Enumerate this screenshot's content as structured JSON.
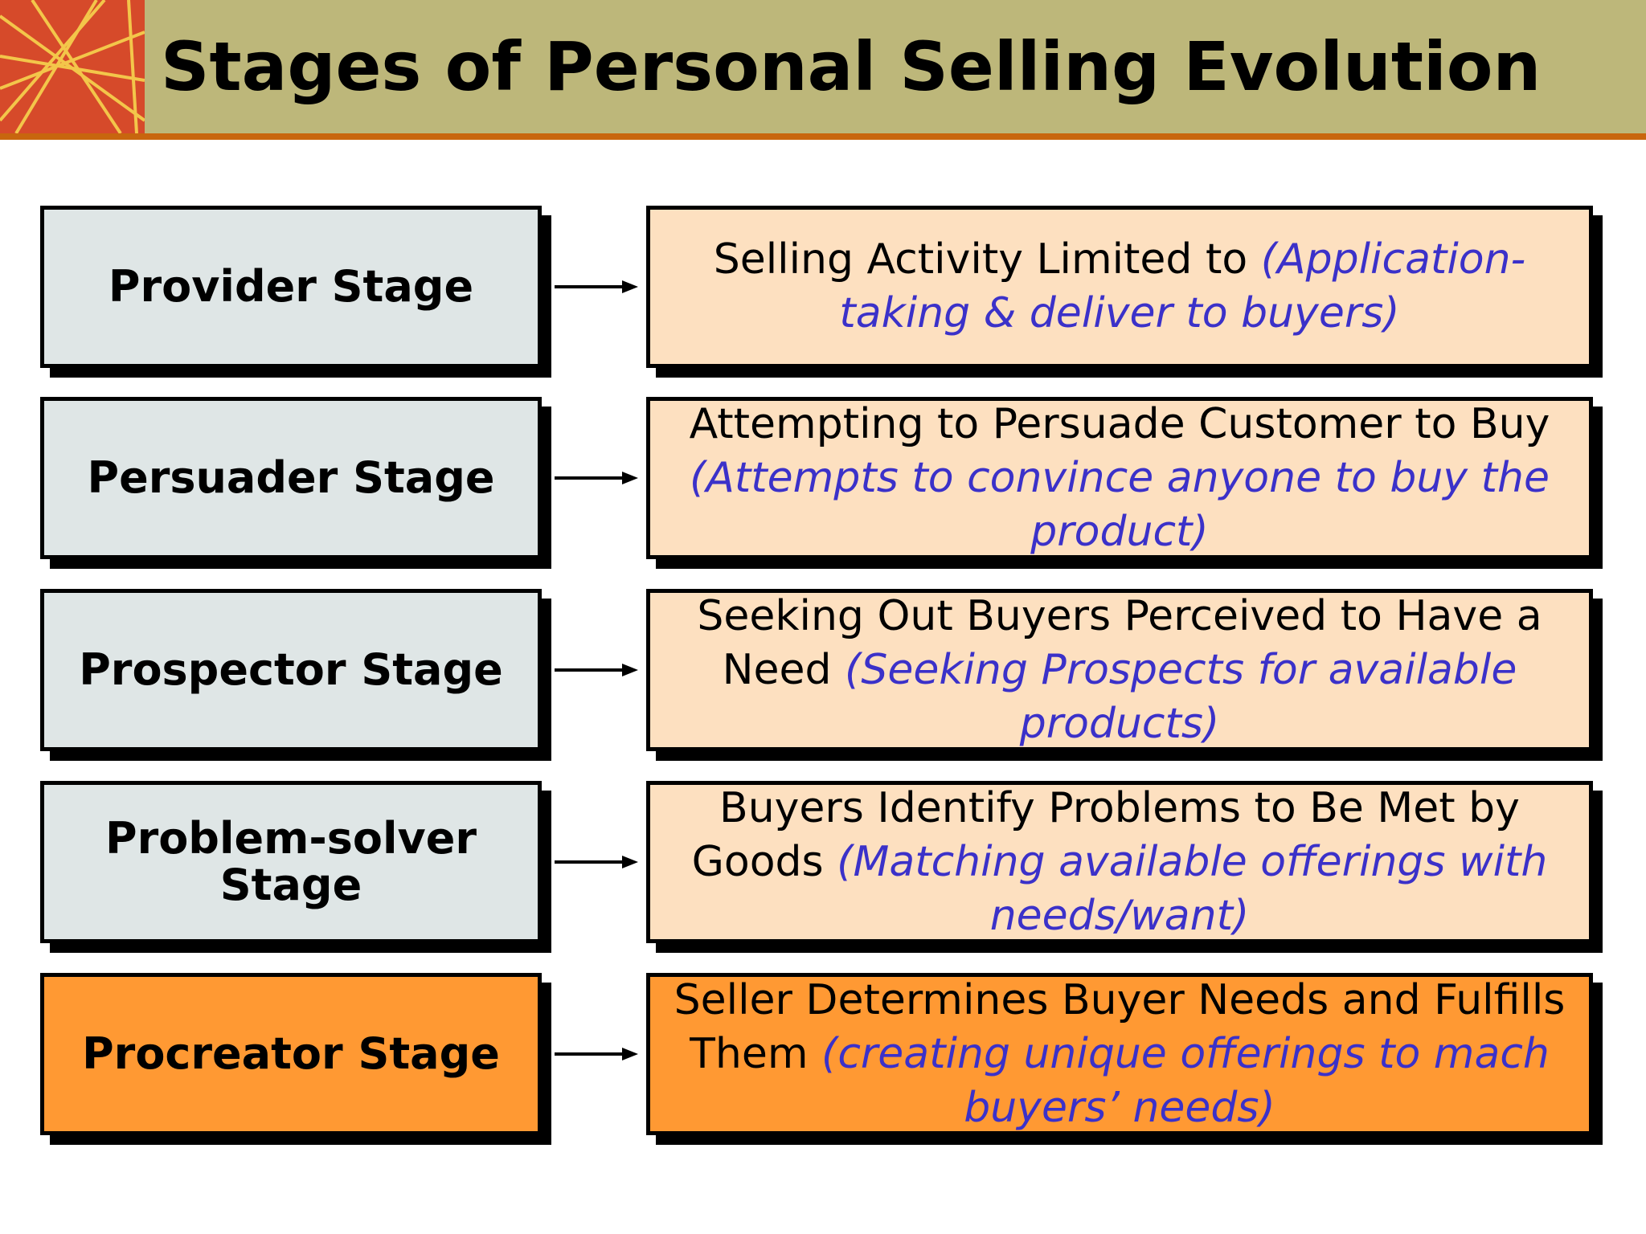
{
  "slide": {
    "title": "Stages of Personal Selling Evolution"
  },
  "colors": {
    "header_band": "#bdb77a",
    "header_rule": "#c8660e",
    "stage_box": "#dfe6e6",
    "desc_box": "#fde0c0",
    "highlight_box": "#ff9933",
    "paren_text": "#3b31c9"
  },
  "stages": [
    {
      "label": "Provider Stage",
      "description": "Selling Activity Limited to",
      "detail": "(Application-taking & deliver to buyers)",
      "highlight": false
    },
    {
      "label": "Persuader Stage",
      "description": "Attempting to Persuade Customer to Buy",
      "detail": "(Attempts to convince anyone to buy the product)",
      "highlight": false
    },
    {
      "label": "Prospector Stage",
      "description": "Seeking Out Buyers Perceived to Have a Need",
      "detail": "(Seeking Prospects for available products)",
      "highlight": false
    },
    {
      "label": "Problem-solver Stage",
      "description": "Buyers Identify Problems to Be Met by Goods",
      "detail": "(Matching available offerings with needs/want)",
      "highlight": false
    },
    {
      "label": "Procreator Stage",
      "description": "Seller Determines Buyer Needs and Fulfills Them",
      "detail": "(creating unique offerings to mach buyers’ needs)",
      "highlight": true
    }
  ]
}
